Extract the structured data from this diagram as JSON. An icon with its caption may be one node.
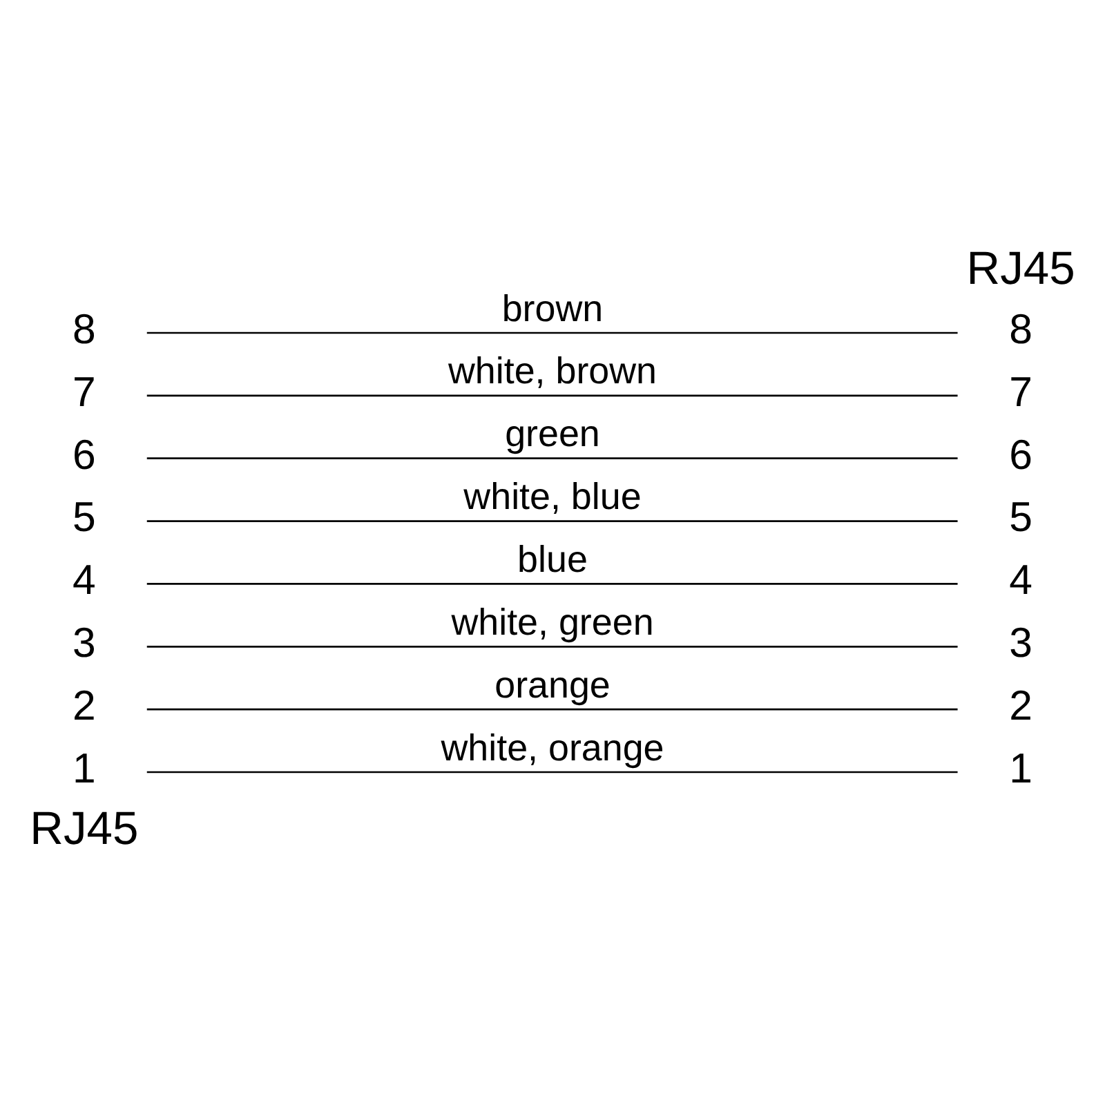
{
  "diagram": {
    "nodes": [
      {
        "text": [
          "1"
        ]
      },
      {
        "text": [
          "2"
        ]
      },
      {
        "text": [
          "3"
        ]
      },
      {
        "text": [
          "4"
        ]
      },
      {
        "text": [
          "5"
        ]
      },
      {
        "text": [
          "6"
        ]
      },
      {
        "text": [
          "7"
        ]
      },
      {
        "text": [
          "8"
        ]
      },
      {
        "text": [
          "1"
        ]
      },
      {
        "text": [
          "2"
        ]
      },
      {
        "text": [
          "3"
        ]
      },
      {
        "text": [
          "4"
        ]
      },
      {
        "text": [
          "5"
        ]
      },
      {
        "text": [
          "6"
        ]
      },
      {
        "text": [
          "7"
        ]
      },
      {
        "text": [
          "8"
        ]
      }
    ],
    "edges": [
      {
        "from": 0,
        "to": 8,
        "arrow": "none",
        "label": "white, orange"
      },
      {
        "from": 1,
        "to": 9,
        "arrow": "none",
        "label": "orange"
      },
      {
        "from": 2,
        "to": 10,
        "arrow": "none",
        "label": "white, green"
      },
      {
        "from": 3,
        "to": 11,
        "arrow": "none",
        "label": "blue"
      },
      {
        "from": 4,
        "to": 12,
        "arrow": "none",
        "label": "white, blue"
      },
      {
        "from": 5,
        "to": 13,
        "arrow": "none",
        "label": "green"
      },
      {
        "from": 6,
        "to": 14,
        "arrow": "none",
        "label": "white, brown"
      },
      {
        "from": 7,
        "to": 15,
        "arrow": "none",
        "label": "brown"
      }
    ],
    "labels": [
      "RJ45",
      "RJ45"
    ]
  }
}
